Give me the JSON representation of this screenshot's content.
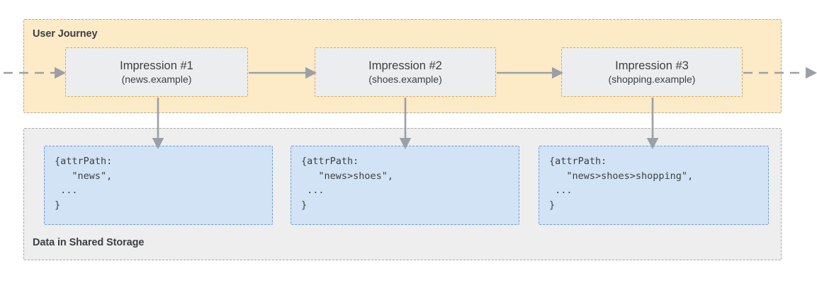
{
  "diagram": {
    "title_journey": "User Journey",
    "title_storage": "Data in Shared Storage",
    "colors": {
      "journey_panel_fill": "#fdebc8",
      "storage_panel_fill": "#eeeeee",
      "impression_fill": "#ecedef",
      "impression_border": "#f0a33e",
      "storage_box_fill": "#d2e3f6",
      "storage_box_border": "#699ae8",
      "panel_border": "#a8a8a8",
      "arrow": "#9aa0a6",
      "text": "#3c4043"
    },
    "impressions": [
      {
        "title": "Impression #1",
        "site": "(news.example)"
      },
      {
        "title": "Impression #2",
        "site": "(shoes.example)"
      },
      {
        "title": "Impression #3",
        "site": "(shopping.example)"
      }
    ],
    "storage_entries": [
      {
        "code": "{attrPath:\n   \"news\",\n ...\n}"
      },
      {
        "code": "{attrPath:\n   \"news>shoes\",\n ...\n}"
      },
      {
        "code": "{attrPath:\n   \"news>shoes>shopping\",\n ...\n}"
      }
    ],
    "flow": {
      "entry_arrow": "dashed-arrow-right",
      "exit_arrow": "dashed-arrow-right",
      "between_arrows": "solid-arrow-right",
      "down_arrows": "solid-arrow-down"
    }
  }
}
